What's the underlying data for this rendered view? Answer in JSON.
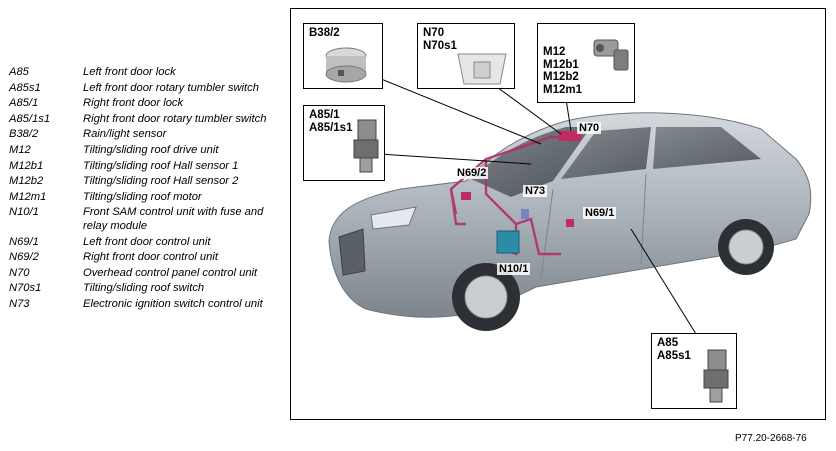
{
  "legend": [
    {
      "code": "A85",
      "desc": "Left front door lock"
    },
    {
      "code": "A85s1",
      "desc": "Left front door rotary tumbler switch"
    },
    {
      "code": "A85/1",
      "desc": "Right front door lock"
    },
    {
      "code": "A85/1s1",
      "desc": "Right front door rotary tumbler switch"
    },
    {
      "code": "B38/2",
      "desc": "Rain/light sensor"
    },
    {
      "code": "M12",
      "desc": "Tilting/sliding roof drive unit"
    },
    {
      "code": "M12b1",
      "desc": "Tilting/sliding roof Hall sensor 1"
    },
    {
      "code": "M12b2",
      "desc": "Tilting/sliding roof Hall sensor 2"
    },
    {
      "code": "M12m1",
      "desc": "Tilting/sliding roof motor"
    },
    {
      "code": "N10/1",
      "desc": "Front SAM control unit with fuse and relay module"
    },
    {
      "code": "N69/1",
      "desc": "Left front door control unit"
    },
    {
      "code": "N69/2",
      "desc": "Right front door control unit"
    },
    {
      "code": "N70",
      "desc": "Overhead control panel control unit"
    },
    {
      "code": "N70s1",
      "desc": "Tilting/sliding roof switch"
    },
    {
      "code": "N73",
      "desc": "Electronic ignition switch control unit"
    }
  ],
  "callouts": {
    "b38": {
      "line1": "B38/2"
    },
    "n70": {
      "line1": "N70",
      "line2": "N70s1"
    },
    "m12": {
      "line1": "M12",
      "line2": "M12b1",
      "line3": "M12b2",
      "line4": "M12m1"
    },
    "a851": {
      "line1": "A85/1",
      "line2": "A85/1s1"
    },
    "a85": {
      "line1": "A85",
      "line2": "A85s1"
    }
  },
  "tags": {
    "n70": "N70",
    "n69_2": "N69/2",
    "n73": "N73",
    "n69_1": "N69/1",
    "n10_1": "N10/1"
  },
  "figure_ref": "P77.20-2668-76",
  "colors": {
    "car_body": "#a9b1b8",
    "wiring": "#b0306a",
    "frame": "#000000"
  }
}
